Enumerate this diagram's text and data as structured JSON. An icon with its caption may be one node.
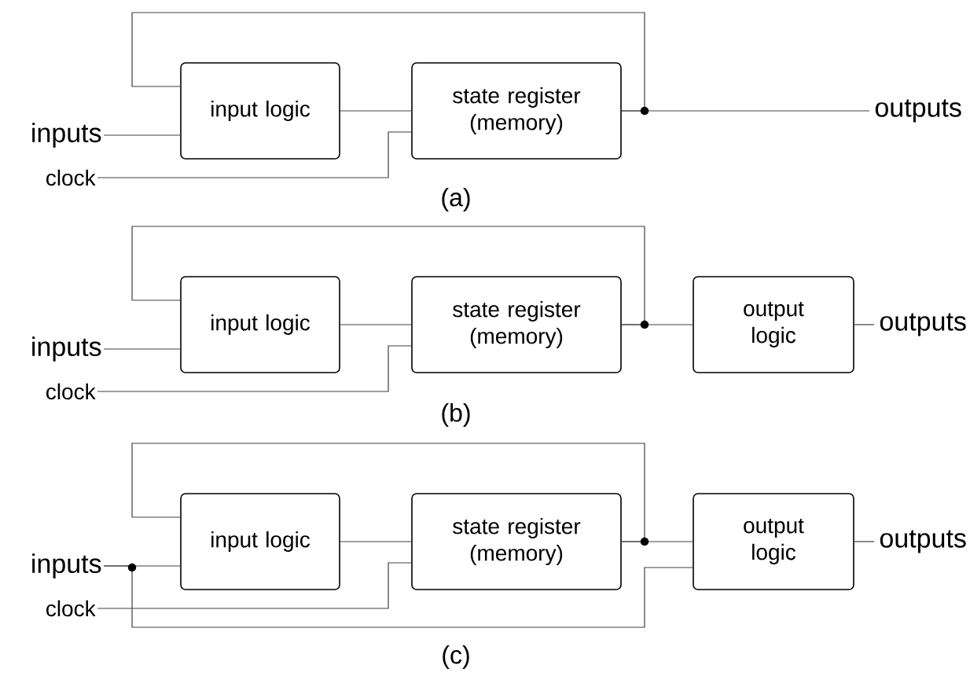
{
  "diagram": {
    "nodes": [
      {
        "text": [
          "inputs"
        ]
      },
      {
        "text": [
          "clock"
        ]
      },
      {
        "text": [
          "input logic"
        ]
      },
      {
        "text": [
          "state register (memory)"
        ]
      },
      {
        "text": [
          "outputs"
        ]
      },
      {
        "text": [
          "inputs"
        ]
      },
      {
        "text": [
          "clock"
        ]
      },
      {
        "text": [
          "input logic"
        ]
      },
      {
        "text": [
          "state register (memory)"
        ]
      },
      {
        "text": [
          "output logic"
        ]
      },
      {
        "text": [
          "outputs"
        ]
      },
      {
        "text": [
          "inputs"
        ]
      },
      {
        "text": [
          "clock"
        ]
      },
      {
        "text": [
          "input logic"
        ]
      },
      {
        "text": [
          "state register (memory)"
        ]
      },
      {
        "text": [
          "output logic"
        ]
      },
      {
        "text": [
          "outputs"
        ]
      }
    ],
    "edges": [
      {
        "from": 0,
        "to": 2,
        "arrow": "none"
      },
      {
        "from": 1,
        "to": 3,
        "arrow": "none"
      },
      {
        "from": 2,
        "to": 3,
        "arrow": "none"
      },
      {
        "from": 3,
        "to": 4,
        "arrow": "none"
      },
      {
        "from": 3,
        "to": 2,
        "arrow": "none"
      },
      {
        "from": 5,
        "to": 7,
        "arrow": "none"
      },
      {
        "from": 6,
        "to": 8,
        "arrow": "none"
      },
      {
        "from": 7,
        "to": 8,
        "arrow": "none"
      },
      {
        "from": 8,
        "to": 9,
        "arrow": "none"
      },
      {
        "from": 8,
        "to": 7,
        "arrow": "none"
      },
      {
        "from": 9,
        "to": 10,
        "arrow": "none"
      },
      {
        "from": 11,
        "to": 13,
        "arrow": "none"
      },
      {
        "from": 12,
        "to": 14,
        "arrow": "none"
      },
      {
        "from": 13,
        "to": 14,
        "arrow": "none"
      },
      {
        "from": 14,
        "to": 15,
        "arrow": "none"
      },
      {
        "from": 14,
        "to": 13,
        "arrow": "none"
      },
      {
        "from": 11,
        "to": 15,
        "arrow": "none"
      },
      {
        "from": 15,
        "to": 16,
        "arrow": "none"
      }
    ],
    "labels": [
      "(a)",
      "(b)",
      "(c)"
    ]
  }
}
